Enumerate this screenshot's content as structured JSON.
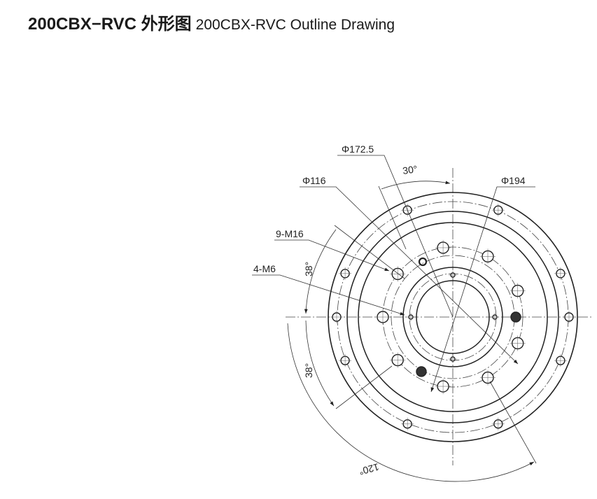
{
  "title": {
    "model_cn": "200CBX−RVC 外形图",
    "model_en": "200CBX-RVC Outline Drawing"
  },
  "drawing": {
    "labels": {
      "d172": "Φ172.5",
      "d116": "Φ116",
      "d194": "Φ194",
      "m16": "9-M16",
      "m6": "4-M6",
      "a30": "30°",
      "a38_top": "38°",
      "a38_bottom": "38°",
      "a120": "120°"
    },
    "line_color": "#222222"
  }
}
